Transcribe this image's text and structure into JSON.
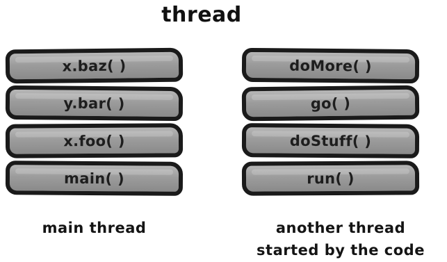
{
  "title": "thread",
  "stacks": {
    "main": {
      "frames": [
        "x.baz( )",
        "y.bar( )",
        "x.foo( )",
        "main( )"
      ],
      "caption": "main thread"
    },
    "other": {
      "frames": [
        "doMore( )",
        "go( )",
        "doStuff( )",
        "run( )"
      ],
      "caption_line1": "another thread",
      "caption_line2": "started by the code"
    }
  }
}
